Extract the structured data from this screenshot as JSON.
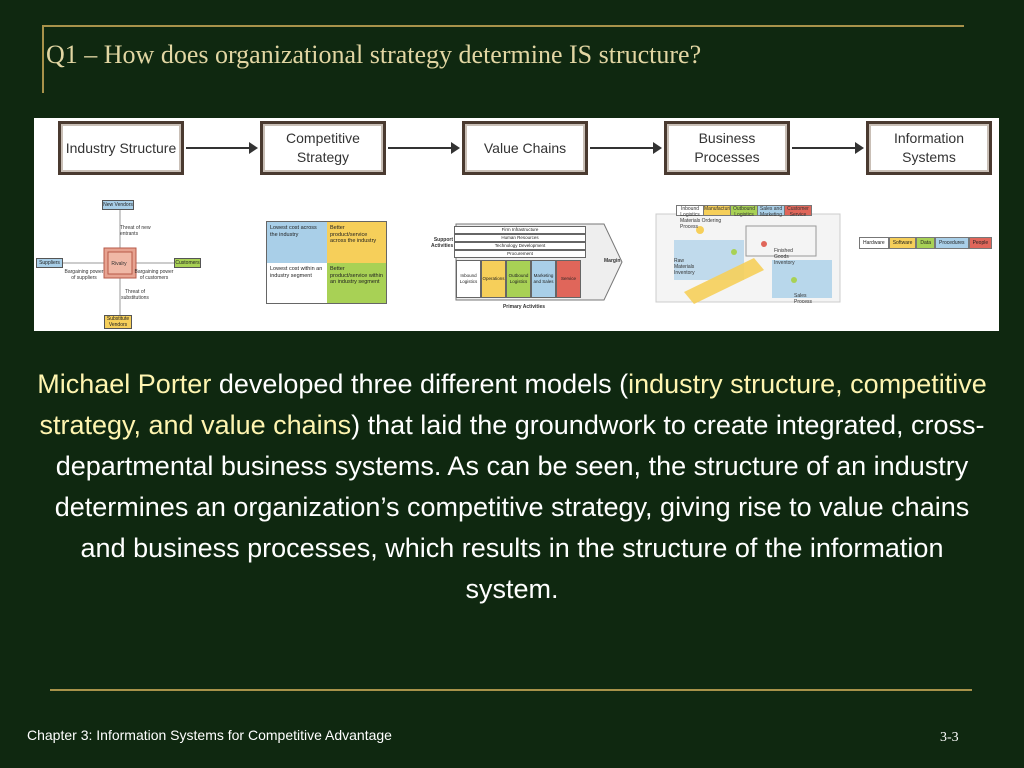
{
  "slide": {
    "title": "Q1 – How does organizational strategy determine IS structure?",
    "body": {
      "p1": "Michael Porter",
      "p2": " developed three different models (",
      "p3": "industry structure, competitive strategy, and value chains",
      "p4": ") that laid the groundwork to create integrated, cross-departmental business systems.  As can be seen, the structure of an industry determines an organization’s competitive strategy, giving rise to value chains and business processes, which results in the structure of the information system."
    },
    "footer": "Chapter 3: Information Systems for Competitive Advantage",
    "page_number": "3-3"
  },
  "figure": {
    "flow": [
      {
        "label": "Industry Structure"
      },
      {
        "label": "Competitive Strategy"
      },
      {
        "label": "Value Chains"
      },
      {
        "label": "Business Processes"
      },
      {
        "label": "Information Systems"
      }
    ],
    "forces": {
      "new_vendors": "New Vendors",
      "threat_entrants": "Threat of new entrants",
      "suppliers": "Suppliers",
      "power_suppliers": "Bargaining power of suppliers",
      "rivalry": "Rivalry",
      "customers": "Customers",
      "power_customers": "Bargaining power of customers",
      "threat_substitutes": "Threat of substitutions",
      "substitute_vendors": "Substitute Vendors"
    },
    "strategy": {
      "tl": "Lowest cost across the industry",
      "tr": "Better product/service across the industry",
      "bl": "Lowest cost within an industry segment",
      "br": "Better product/service within an industry segment"
    },
    "value_chain": {
      "support_label": "Support Activities",
      "support": [
        "Firm Infrastructure",
        "Human Resources",
        "Technology Development",
        "Procurement"
      ],
      "primary": [
        "Inbound Logistics",
        "Operations",
        "Outbound Logistics",
        "Marketing and Sales",
        "Service"
      ],
      "primary_label": "Primary Activities",
      "margin": "Margin"
    },
    "processes": {
      "lanes": [
        "Inbound Logistics",
        "Manufacturing",
        "Outbound Logistics",
        "Sales and Marketing",
        "Customer Service"
      ],
      "labels": [
        "Materials Ordering Process",
        "Raw Materials Inventory",
        "Finished Goods Inventory",
        "Sales Process"
      ]
    },
    "is_components": [
      "Hardware",
      "Software",
      "Data",
      "Procedures",
      "People"
    ],
    "colors": {
      "blue": "#a9cfe8",
      "yellow": "#f6cf5a",
      "green": "#a8d155",
      "red": "#e0665a",
      "box_border": "#4a3a30"
    }
  }
}
